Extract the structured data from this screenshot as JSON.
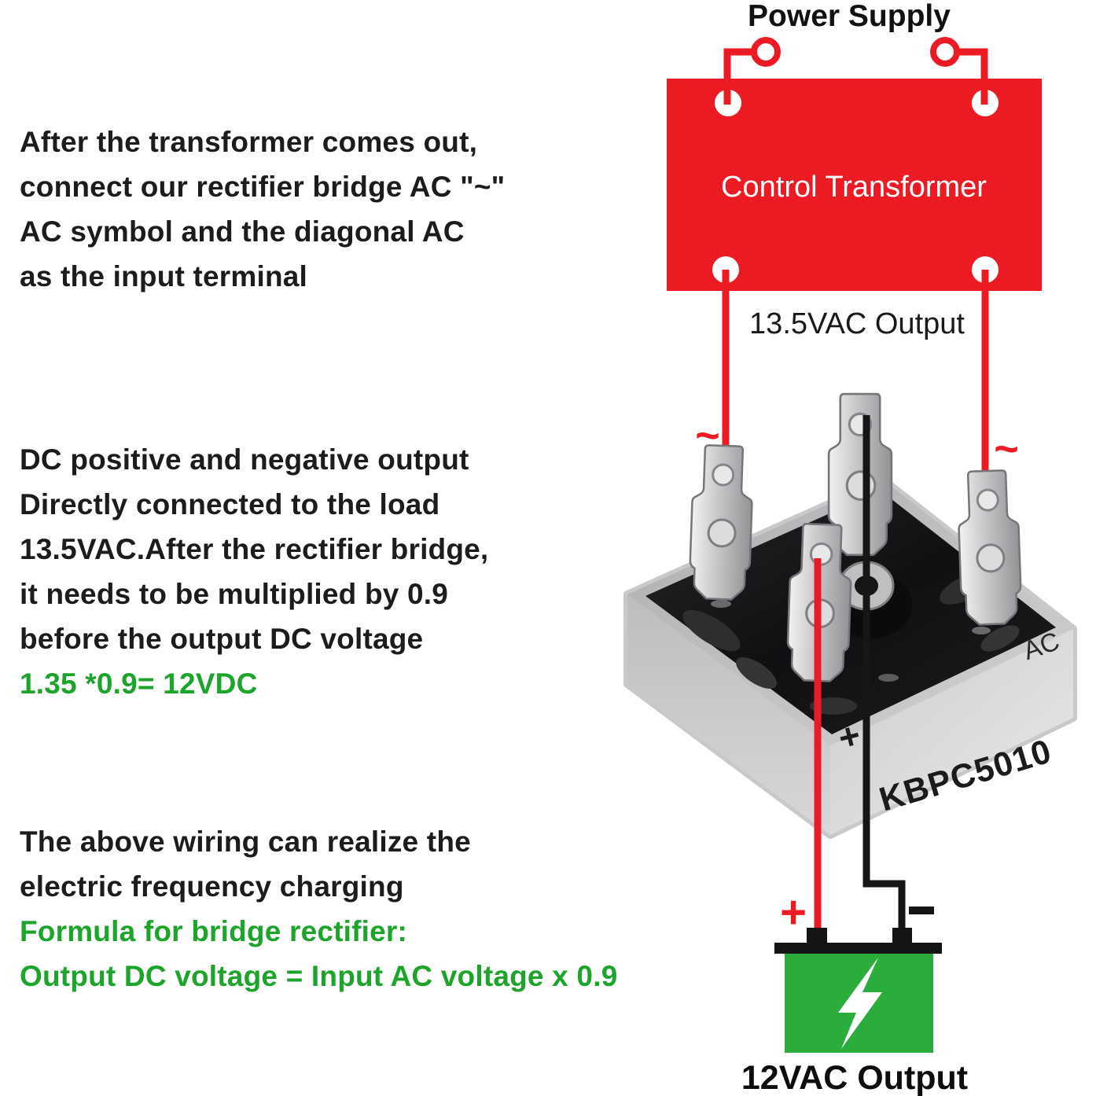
{
  "colors": {
    "wire_red": "#EC1B23",
    "transformer_red": "#EC1B23",
    "green_text": "#1CA42B",
    "battery_green": "#2BAD3C",
    "wire_black": "#161616"
  },
  "annotations": {
    "block_input": {
      "lines": [
        "After the transformer comes out,",
        "connect our rectifier bridge AC \"~\"",
        "AC symbol and the diagonal AC",
        "as the input terminal"
      ]
    },
    "block_dc": {
      "lines": [
        "DC positive and negative output",
        "Directly connected to the load",
        "13.5VAC.After the rectifier bridge,",
        "it needs to be multiplied by 0.9",
        "before the output DC voltage"
      ],
      "formula": "1.35 *0.9= 12VDC"
    },
    "block_formula": {
      "lines": [
        "The above wiring can realize the",
        "electric frequency charging"
      ],
      "green_lines": [
        "Formula for bridge rectifier:",
        "Output DC voltage = Input AC voltage x 0.9"
      ]
    }
  },
  "power_supply": {
    "title": "Power Supply"
  },
  "transformer": {
    "label": "Control Transformer",
    "output_label": "13.5VAC Output"
  },
  "rectifier": {
    "model": "KBPC5010",
    "ac_label": "AC",
    "plus_label": "+",
    "tilde_left": "~",
    "tilde_right": "~"
  },
  "battery": {
    "plus_label": "+",
    "minus_label": "−",
    "output_label": "12VAC Output"
  }
}
